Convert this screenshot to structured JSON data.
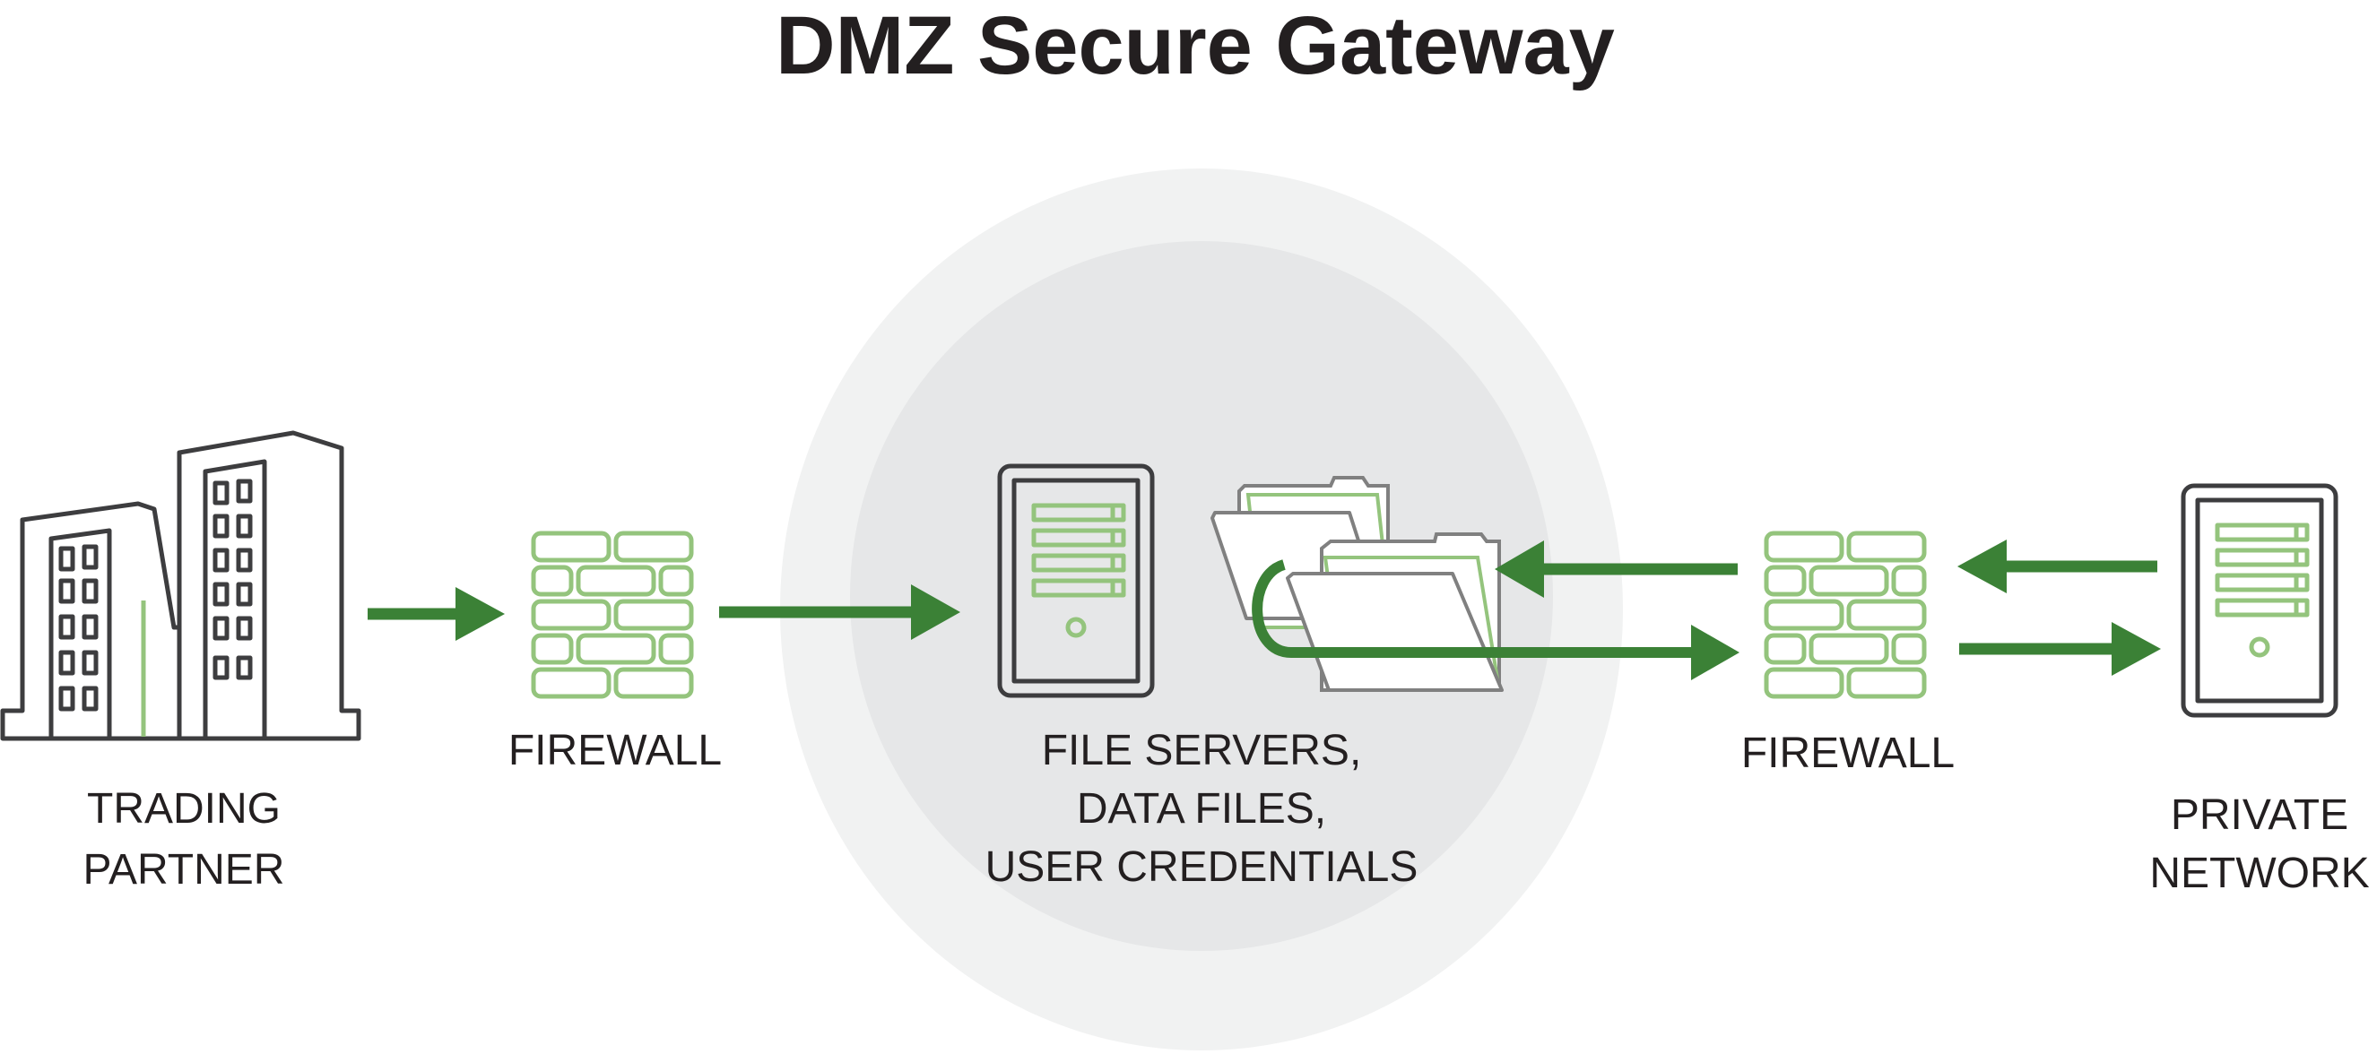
{
  "title": "DMZ Secure Gateway",
  "nodes": {
    "trading_partner": {
      "label_lines": [
        "TRADING",
        "PARTNER"
      ],
      "icon": "office-buildings-icon"
    },
    "firewall_left": {
      "label_lines": [
        "FIREWALL"
      ],
      "icon": "firewall-brick-icon"
    },
    "dmz": {
      "label_lines": [
        "FILE SERVERS,",
        "DATA FILES,",
        "USER CREDENTIALS"
      ],
      "icons": [
        "server-tower-icon",
        "open-folders-icon"
      ]
    },
    "firewall_right": {
      "label_lines": [
        "FIREWALL"
      ],
      "icon": "firewall-brick-icon"
    },
    "private_network": {
      "label_lines": [
        "PRIVATE",
        "NETWORK"
      ],
      "icon": "server-tower-icon"
    }
  },
  "colors": {
    "arrow": "#3b8136",
    "accent_green": "#94c47d",
    "outline": "#3d3d3f",
    "zone_outer": "#f1f2f2",
    "zone_inner": "#e6e7e8",
    "text": "#231f20"
  }
}
